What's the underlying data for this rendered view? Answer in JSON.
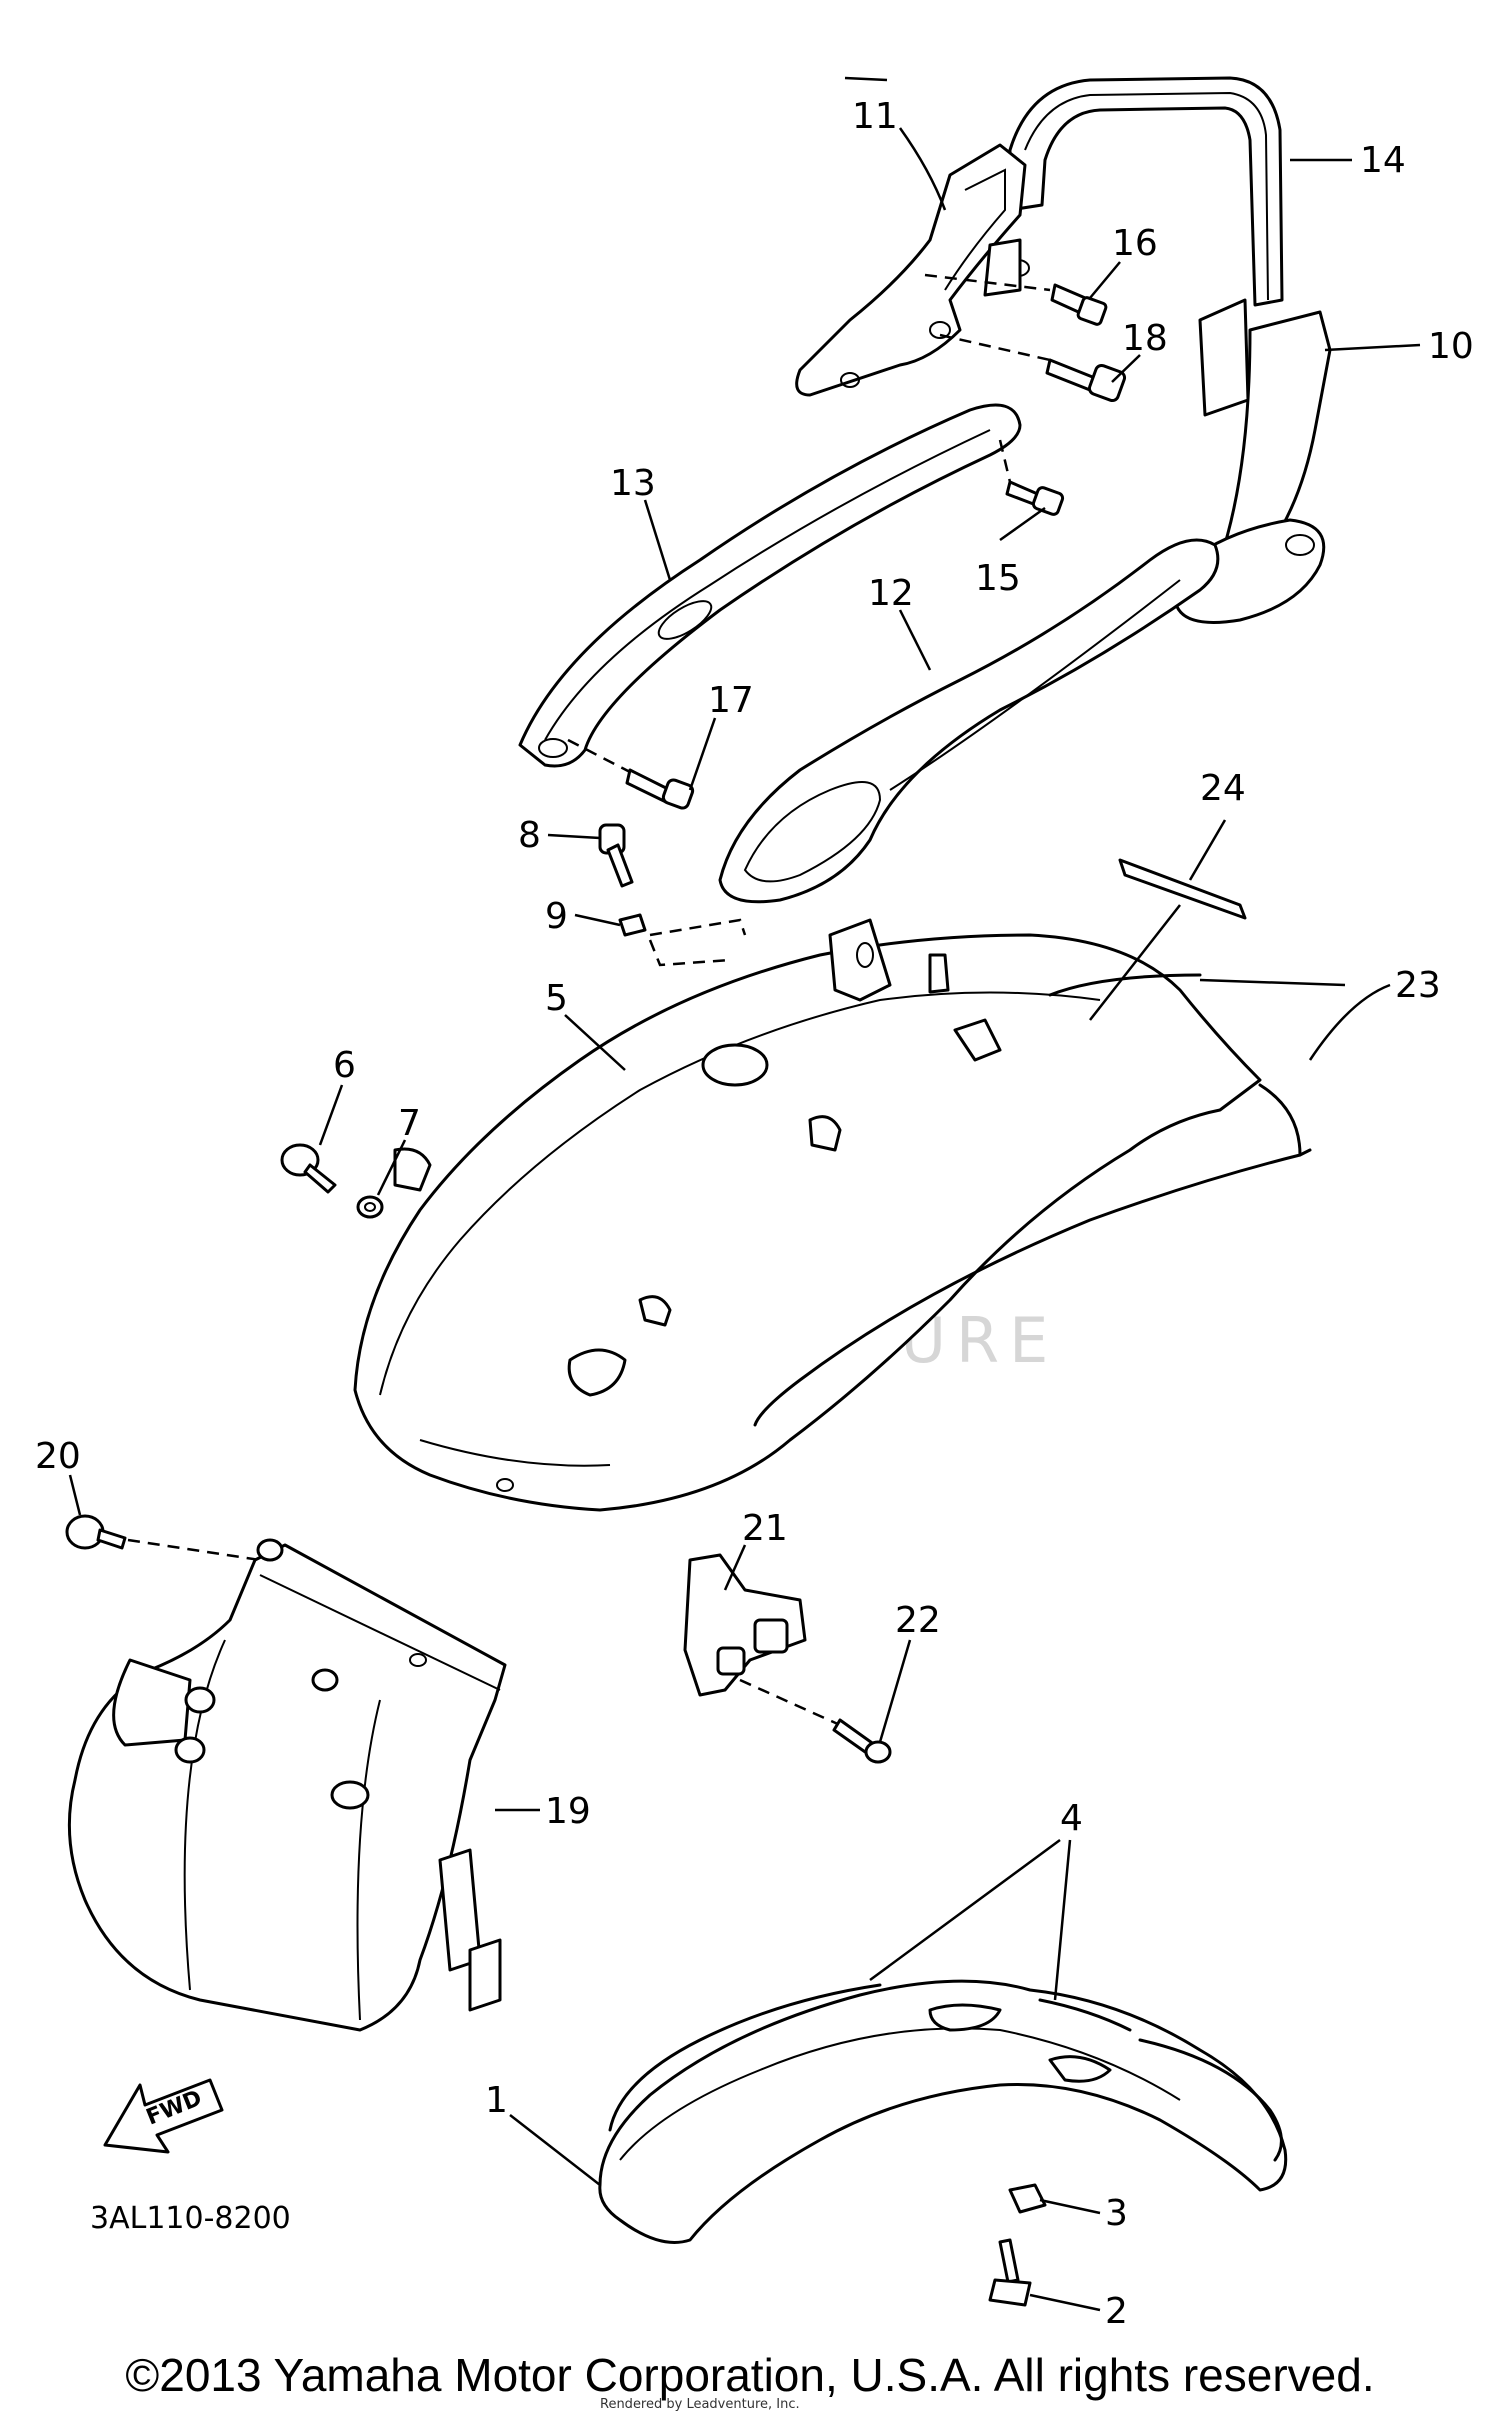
{
  "diagram": {
    "part_code": "3AL110-8200",
    "direction_label": "FWD",
    "watermark": "LEADVENTURE",
    "watermark_sub": "Rendered by Leadventure, Inc.",
    "copyright": "©2013 Yamaha Motor Corporation, U.S.A. All rights reserved.",
    "callouts": [
      {
        "id": "1",
        "text": "1"
      },
      {
        "id": "2",
        "text": "2"
      },
      {
        "id": "3",
        "text": "3"
      },
      {
        "id": "4",
        "text": "4"
      },
      {
        "id": "5",
        "text": "5"
      },
      {
        "id": "6",
        "text": "6"
      },
      {
        "id": "7",
        "text": "7"
      },
      {
        "id": "8",
        "text": "8"
      },
      {
        "id": "9",
        "text": "9"
      },
      {
        "id": "10",
        "text": "10"
      },
      {
        "id": "11",
        "text": "11"
      },
      {
        "id": "12",
        "text": "12"
      },
      {
        "id": "13",
        "text": "13"
      },
      {
        "id": "14",
        "text": "14"
      },
      {
        "id": "15",
        "text": "15"
      },
      {
        "id": "16",
        "text": "16"
      },
      {
        "id": "17",
        "text": "17"
      },
      {
        "id": "18",
        "text": "18"
      },
      {
        "id": "19",
        "text": "19"
      },
      {
        "id": "20",
        "text": "20"
      },
      {
        "id": "21",
        "text": "21"
      },
      {
        "id": "22",
        "text": "22"
      },
      {
        "id": "23",
        "text": "23"
      },
      {
        "id": "24",
        "text": "24"
      }
    ]
  }
}
